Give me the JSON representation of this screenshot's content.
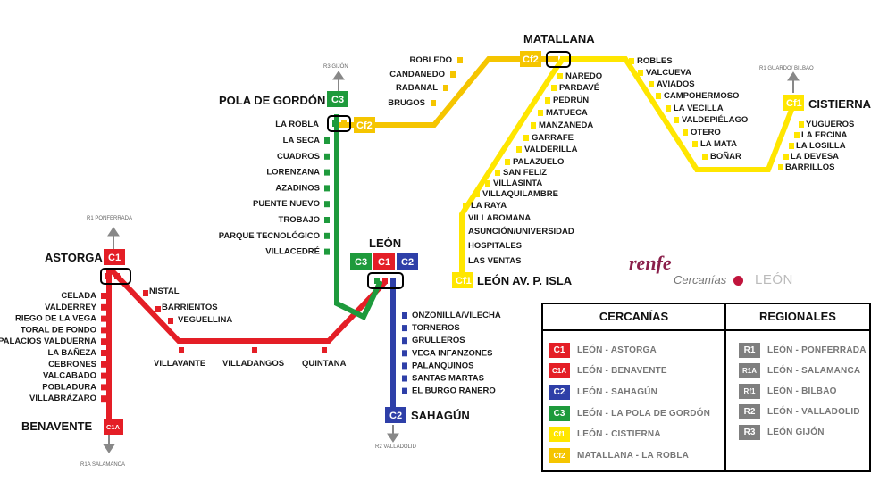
{
  "colors": {
    "C1": "#e41e26",
    "C2": "#2e3fa8",
    "C3": "#1e9a3c",
    "Cf1": "#ffe600",
    "Cf2": "#f5c500",
    "R": "#7f7f7f"
  },
  "hubs": {
    "astorga": "ASTORGA",
    "leon": "LEÓN",
    "pola": "POLA DE GORDÓN",
    "matallana": "MATALLANA",
    "cistierna": "CISTIERNA",
    "sahagun": "SAHAGÚN",
    "benavente": "BENAVENTE",
    "isla": "LEÓN AV. P. ISLA"
  },
  "line_labels": {
    "c1": "C1",
    "c1a": "C1A",
    "c2": "C2",
    "c3": "C3",
    "cf1": "Cf1",
    "cf2": "Cf2"
  },
  "directions": {
    "ponferrada": "R1 PONFERRADA",
    "gijon": "R3 GIJÓN",
    "guardo": "R1 GUARDO/ BILBAO",
    "valladolid": "R2 VALLADOLID",
    "salamanca": "R1A SALAMANCA"
  },
  "stations": {
    "c1a": [
      "CELADA",
      "VALDERREY",
      "RIEGO DE LA VEGA",
      "TORAL DE FONDO",
      "PALACIOS VALDUERNA",
      "LA BAÑEZA",
      "CEBRONES",
      "VALCABADO",
      "POBLADURA",
      "VILLABRÁZARO"
    ],
    "c1_diag": [
      "NISTAL",
      "BARRIENTOS",
      "VEGUELLINA"
    ],
    "c1_bottom": [
      "VILLAVANTE",
      "VILLADANGOS",
      "QUINTANA"
    ],
    "c2": [
      "ONZONILLA/VILECHA",
      "TORNEROS",
      "GRULLEROS",
      "VEGA INFANZONES",
      "PALANQUINOS",
      "SANTAS MARTAS",
      "EL BURGO RANERO"
    ],
    "c3": [
      "LA ROBLA",
      "LA SECA",
      "CUADROS",
      "LORENZANA",
      "AZADINOS",
      "PUENTE NUEVO",
      "TROBAJO",
      "PARQUE TECNOLÓGICO",
      "VILLACEDRÉ"
    ],
    "cf2": [
      "ROBLEDO",
      "CANDANEDO",
      "RABANAL",
      "BRUGOS"
    ],
    "cf1_south": [
      "NAREDO",
      "PARDAVÉ",
      "PEDRÚN",
      "MATUECA",
      "MANZANEDA",
      "GARRAFE",
      "VALDERILLA",
      "PALAZUELO",
      "SAN FELIZ",
      "VILLASINTA",
      "VILLAQUILAMBRE",
      "LA RAYA",
      "VILLAROMANA",
      "ASUNCIÓN/UNIVERSIDAD",
      "HOSPITALES",
      "LAS VENTAS"
    ],
    "cf1_east": [
      "ROBLES",
      "VALCUEVA",
      "AVIADOS",
      "CAMPOHERMOSO",
      "LA VECILLA",
      "VALDEPIÉLAGO",
      "OTERO",
      "LA MATA",
      "BOÑAR"
    ],
    "cf1_cist": [
      "YUGUEROS",
      "LA ERCINA",
      "LA LOSILLA",
      "LA DEVESA",
      "BARRILLOS"
    ]
  },
  "brand": {
    "renfe": "renfe",
    "cercanias": "Cercanías",
    "city": "LEÓN"
  },
  "legend": {
    "cercanias_title": "CERCANÍAS",
    "regionales_title": "REGIONALES",
    "cercanias": [
      {
        "code": "C1",
        "label": "LEÓN - ASTORGA",
        "color": "#e41e26"
      },
      {
        "code": "C1A",
        "label": "LEÓN - BENAVENTE",
        "color": "#e41e26"
      },
      {
        "code": "C2",
        "label": "LEÓN - SAHAGÚN",
        "color": "#2e3fa8"
      },
      {
        "code": "C3",
        "label": "LEÓN - LA POLA DE GORDÓN",
        "color": "#1e9a3c"
      },
      {
        "code": "Cf1",
        "label": "LEÓN - CISTIERNA",
        "color": "#ffe600"
      },
      {
        "code": "Cf2",
        "label": "MATALLANA - LA ROBLA",
        "color": "#f5c500"
      }
    ],
    "regionales": [
      {
        "code": "R1",
        "label": "LEÓN - PONFERRADA"
      },
      {
        "code": "R1A",
        "label": "LEÓN - SALAMANCA"
      },
      {
        "code": "Rf1",
        "label": "LEÓN - BILBAO"
      },
      {
        "code": "R2",
        "label": "LEÓN - VALLADOLID"
      },
      {
        "code": "R3",
        "label": "LEÓN GIJÓN"
      }
    ]
  }
}
